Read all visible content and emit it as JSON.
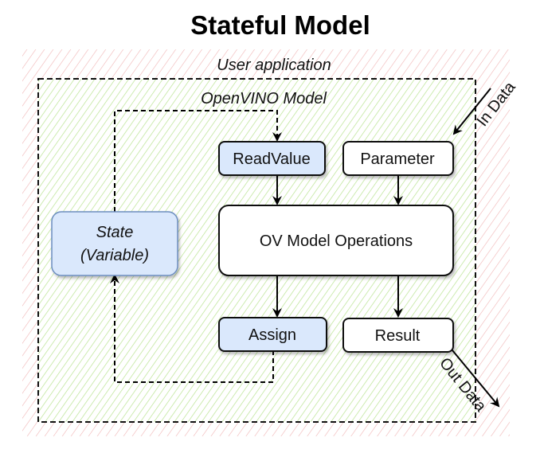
{
  "title": "Stateful Model",
  "containers": {
    "user_application": {
      "label": "User application",
      "hatch_color": "#f2b8b8"
    },
    "openvino_model": {
      "label": "OpenVINO Model",
      "hatch_color": "#bfe69a"
    }
  },
  "nodes": {
    "read_value": {
      "label": "ReadValue",
      "fill": "#dae8fc"
    },
    "parameter": {
      "label": "Parameter",
      "fill": "#ffffff"
    },
    "operations": {
      "label": "OV Model Operations",
      "fill": "#ffffff"
    },
    "assign": {
      "label": "Assign",
      "fill": "#dae8fc"
    },
    "result": {
      "label": "Result",
      "fill": "#ffffff"
    },
    "state_line1": {
      "label": "State"
    },
    "state_line2": {
      "label": "(Variable)"
    },
    "state": {
      "fill": "#dae8fc"
    }
  },
  "edges": {
    "in_data": {
      "label": "In Data"
    },
    "out_data": {
      "label": "Out Data"
    }
  },
  "colors": {
    "stroke": "#000000",
    "node_border": "#111111"
  }
}
